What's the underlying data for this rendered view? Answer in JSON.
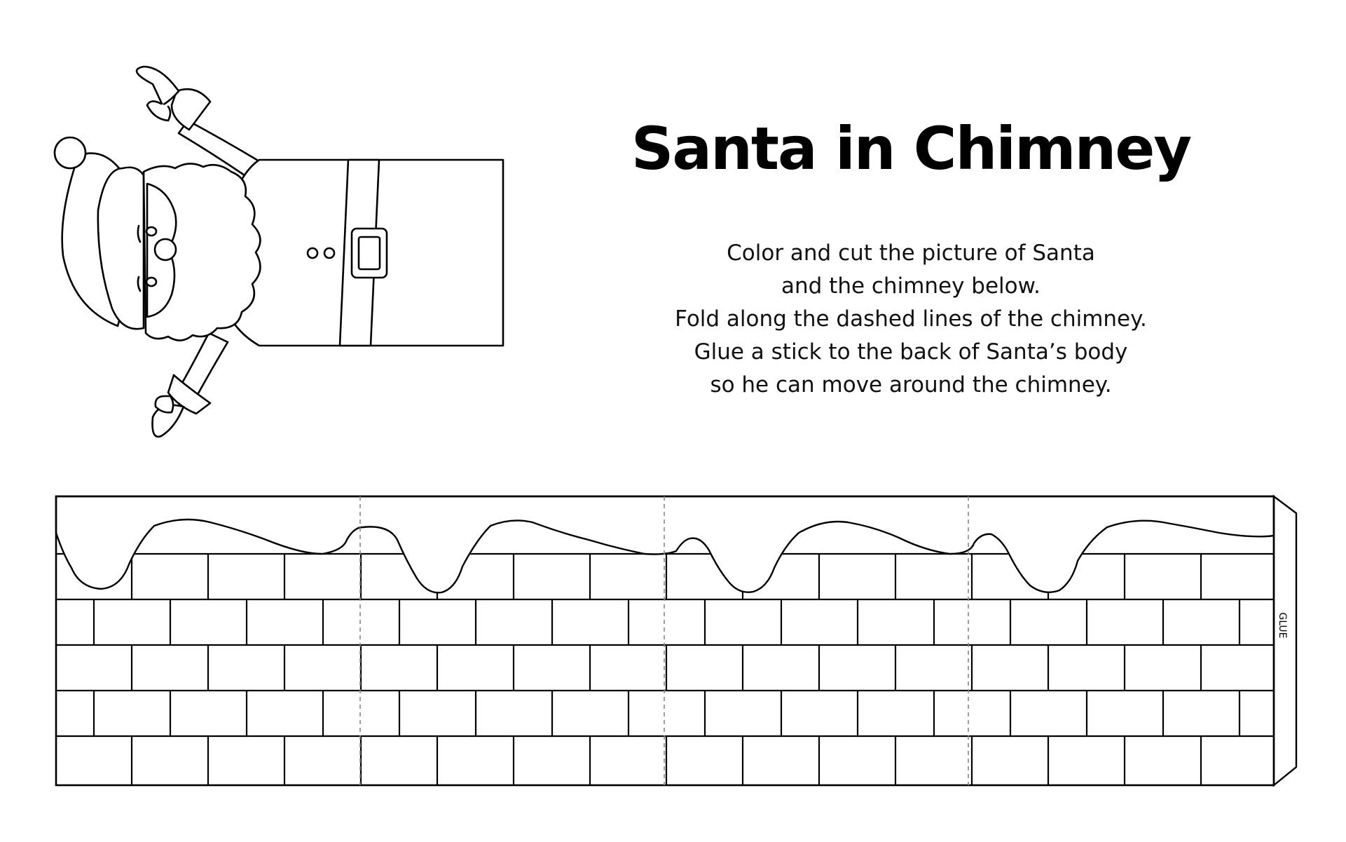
{
  "title": "Santa in Chimney",
  "instructions": [
    "Color and cut the picture of Santa",
    "and the chimney below.",
    "Fold along the dashed lines of the chimney.",
    "Glue a stick to the back of Santa’s body",
    "so he can move around the chimney."
  ],
  "glue_tab_label": "GLUE",
  "colors": {
    "ink": "#000000",
    "background": "#ffffff",
    "fold_line": "#888888"
  }
}
